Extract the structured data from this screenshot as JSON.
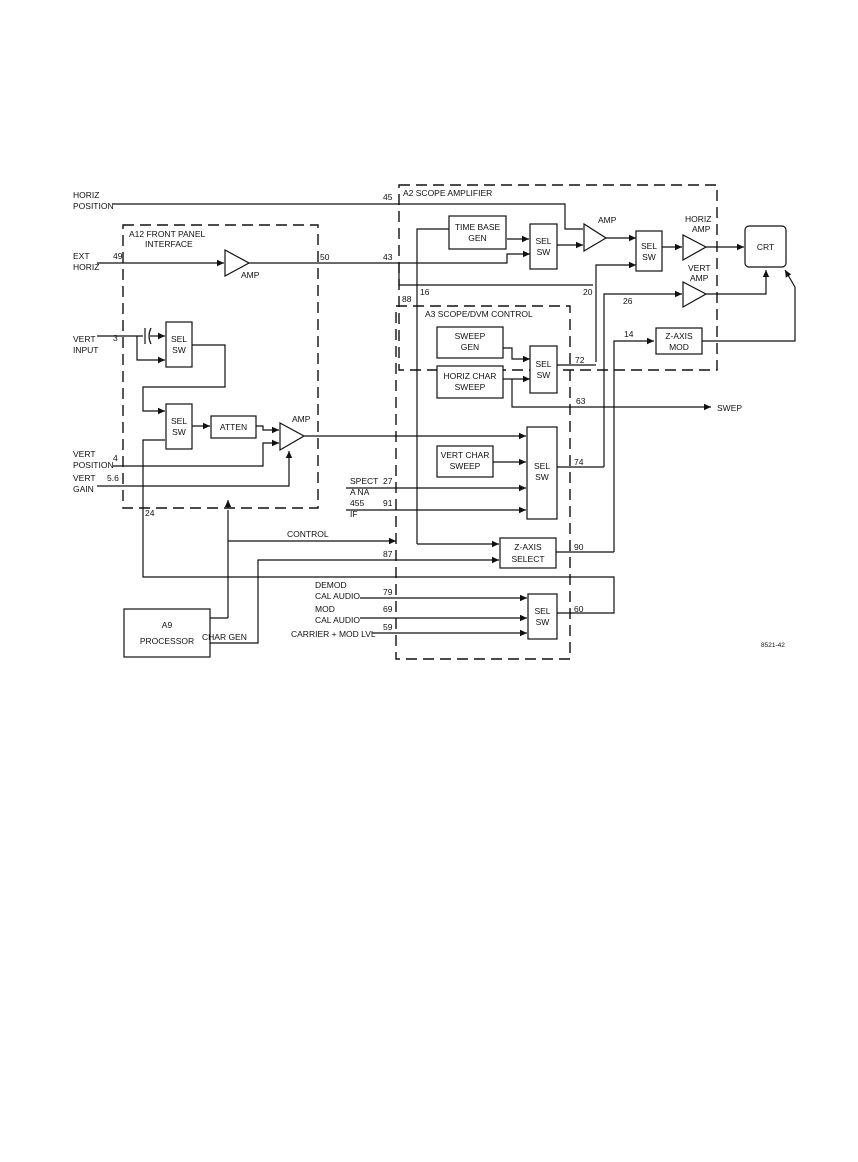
{
  "modules": {
    "a12": "A12 FRONT PANEL",
    "a12_line2": "INTERFACE",
    "a2": "A2 SCOPE AMPLIFIER",
    "a3": "A3 SCOPE/DVM CONTROL"
  },
  "blocks": {
    "time_base_1": "TIME BASE",
    "time_base_2": "GEN",
    "sel": "SEL",
    "sw": "SW",
    "crt": "CRT",
    "z_axis_mod_1": "Z-AXIS",
    "z_axis_mod_2": "MOD",
    "sweep_gen_1": "SWEEP",
    "sweep_gen_2": "GEN",
    "horiz_char_1": "HORIZ CHAR",
    "horiz_char_2": "SWEEP",
    "vert_char_1": "VERT CHAR",
    "vert_char_2": "SWEEP",
    "z_axis_select_1": "Z-AXIS",
    "z_axis_select_2": "SELECT",
    "atten": "ATTEN",
    "a9_1": "A9",
    "a9_2": "PROCESSOR"
  },
  "amps": {
    "amp": "AMP",
    "horiz_amp_1": "HORIZ",
    "horiz_amp_2": "AMP",
    "vert_amp_1": "VERT",
    "vert_amp_2": "AMP"
  },
  "inputs": {
    "horiz_position_1": "HORIZ",
    "horiz_position_2": "POSITION",
    "ext_horiz_1": "EXT",
    "ext_horiz_2": "HORIZ",
    "vert_input_1": "VERT",
    "vert_input_2": "INPUT",
    "vert_position_1": "VERT",
    "vert_position_2": "POSITION",
    "vert_gain_1": "VERT",
    "vert_gain_2": "GAIN",
    "spect_1": "SPECT",
    "spect_2": "A NA",
    "if_1": "455",
    "if_2": "IF",
    "demod_1": "DEMOD",
    "demod_2": "CAL AUDIO",
    "mod_1": "MOD",
    "mod_2": "CAL AUDIO",
    "carrier": "CARRIER + MOD LVL"
  },
  "signals": {
    "control": "CONTROL",
    "char_gen": "CHAR GEN",
    "swep": "SWEP"
  },
  "pins": {
    "p45": "45",
    "p49": "49",
    "p50": "50",
    "p43": "43",
    "p88": "88",
    "p16": "16",
    "p20": "20",
    "p26": "26",
    "p14": "14",
    "p3": "3",
    "p72": "72",
    "p63": "63",
    "p4": "4",
    "p56": "5.6",
    "p27": "27",
    "p91": "91",
    "p74": "74",
    "p24": "24",
    "p87": "87",
    "p90": "90",
    "p79": "79",
    "p69": "69",
    "p59": "59",
    "p60": "60"
  },
  "figure_id": "8521-42"
}
